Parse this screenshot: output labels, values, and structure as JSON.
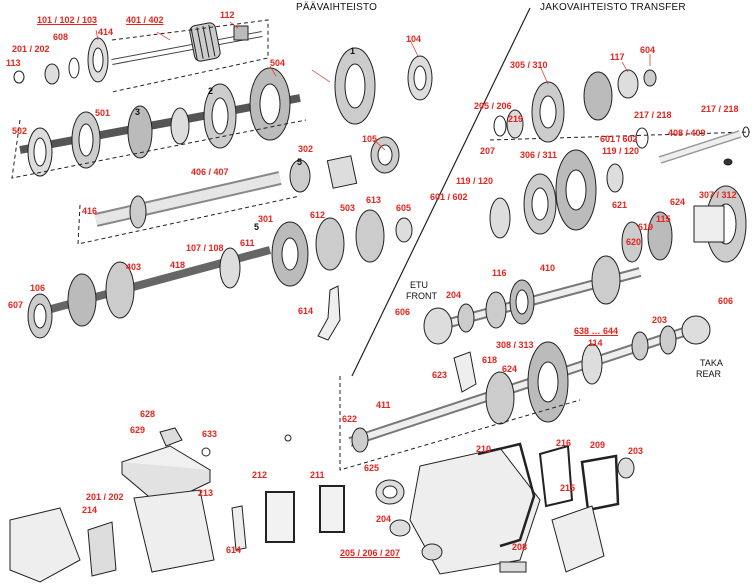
{
  "headers": {
    "main_gearbox": "PÄÄVAIHTEISTO",
    "transfer": "JAKOVAIHTEISTO  TRANSFER"
  },
  "side_labels": {
    "front_fi": "ETU",
    "front_en": "FRONT",
    "rear_fi": "TAKA",
    "rear_en": "REAR"
  },
  "position_numbers": [
    "1",
    "2",
    "3",
    "5",
    "5"
  ],
  "part_numbers": [
    "101 / 102 / 103",
    "401 / 402",
    "112",
    "414",
    "608",
    "201 / 202",
    "113",
    "104",
    "504",
    "502",
    "501",
    "105",
    "302",
    "406 / 407",
    "416",
    "301",
    "612",
    "503",
    "613",
    "605",
    "107 / 108",
    "418",
    "611",
    "403",
    "106",
    "607",
    "614",
    "305 / 310",
    "117",
    "604",
    "205 / 206",
    "219",
    "217 / 218",
    "217 / 218",
    "601 / 602",
    "119 / 120",
    "408 / 409",
    "306 / 311",
    "207",
    "119 / 120",
    "601 / 602",
    "621",
    "624",
    "307 / 312",
    "115",
    "619",
    "620",
    "116",
    "410",
    "204",
    "606",
    "606",
    "638 … 644",
    "203",
    "308 / 313",
    "114",
    "618",
    "624",
    "623",
    "411",
    "622",
    "628",
    "629",
    "633",
    "213",
    "201 / 202",
    "214",
    "212",
    "211",
    "614",
    "210",
    "216",
    "209",
    "203",
    "625",
    "215",
    "204",
    "205 / 206 / 207",
    "208"
  ]
}
